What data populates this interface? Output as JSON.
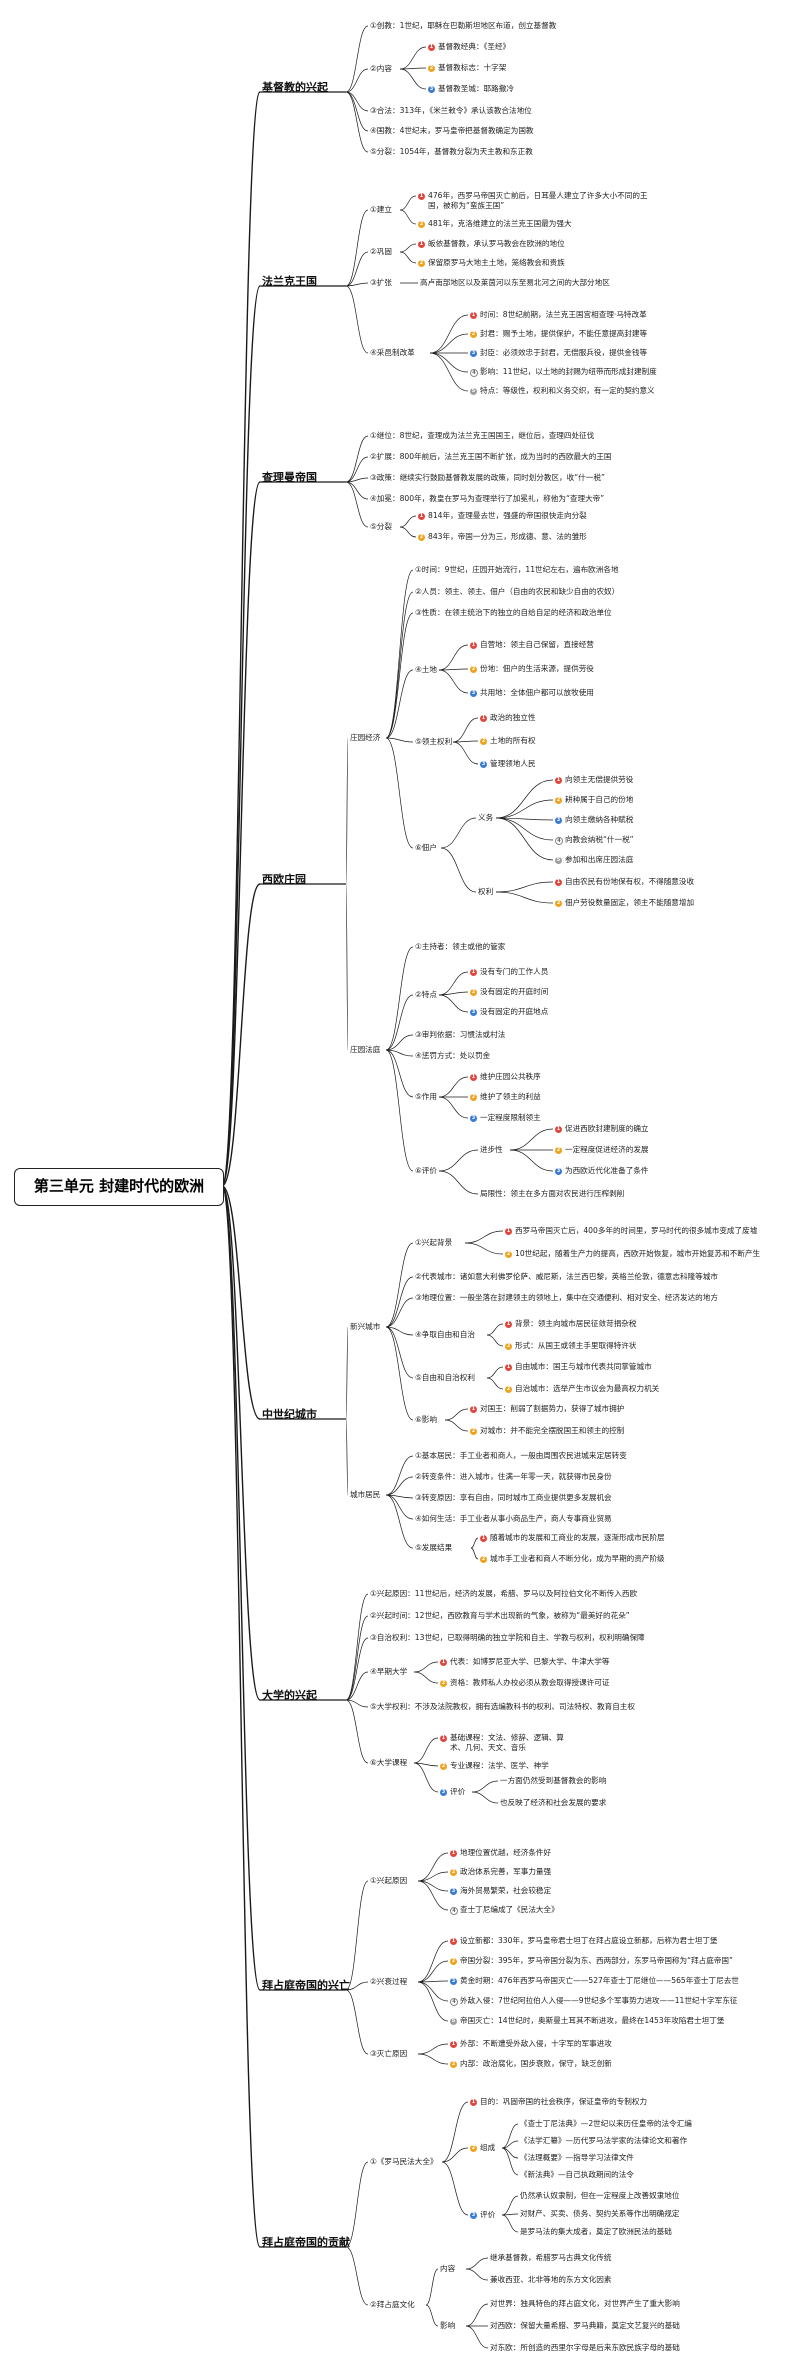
{
  "colors": {
    "line": "#1a1a1a",
    "b1": "#e0463c",
    "b2": "#f0a21c",
    "b3": "#3a7bd5",
    "b4": "#ffffff",
    "b5": "#9e9e9e"
  },
  "root": "第三单元  封建时代的欧洲",
  "sections": [
    {
      "title": "基督教的兴起",
      "l2": {
        "a": "①创教：1世纪，耶稣在巴勒斯坦地区布道，创立基督教",
        "b": "②内容",
        "b1": "基督教经典：《圣经》",
        "b2": "基督教标志：十字架",
        "b3": "基督教圣城：耶路撒冷",
        "c": "③合法：313年，《米兰敕令》承认该教合法地位",
        "d": "④国教：4世纪末，罗马皇帝把基督教确定为国教",
        "e": "⑤分裂：1054年，基督教分裂为天主教和东正教"
      }
    },
    {
      "title": "法兰克王国",
      "l2": {
        "a": "①建立",
        "a1": "476年，西罗马帝国灭亡前后，日耳曼人建立了许多大小不同的王国，被称为“蛮族王国”",
        "a2": "481年，克洛维建立的法兰克王国最为强大",
        "b": "②巩固",
        "b1": "皈依基督教，承认罗马教会在欧洲的地位",
        "b2": "保留原罗马大地主土地，笼络教会和贵族",
        "c": "③扩张",
        "c1": "高卢南部地区以及莱茵河以东至易北河之间的大部分地区",
        "d": "④采邑制改革",
        "d1": "时间：8世纪前期，法兰克王国宫相查理·马特改革",
        "d2": "封君：赐予土地，提供保护，不能任意提高封建等",
        "d3": "封臣：必须效忠于封君，无偿服兵役，提供金钱等",
        "d4": "影响：11世纪，以土地的封赐为纽带而形成封建制度",
        "d5": "特点：等级性，权利和义务交织，有一定的契约意义"
      }
    },
    {
      "title": "查理曼帝国",
      "l2": {
        "a": "①继位：8世纪，查理成为法兰克王国国王，继位后，查理四处征伐",
        "b": "②扩展：800年前后，法兰克王国不断扩张，成为当时的西欧最大的王国",
        "c": "③政策：继续实行鼓励基督教发展的政策，同时划分教区，收“什一税”",
        "d": "④加冕：800年，教皇在罗马为查理举行了加冕礼，称他为“查理大帝”",
        "e": "⑤分裂",
        "e1": "814年，查理曼去世，强盛的帝国很快走向分裂",
        "e2": "843年，帝国一分为三，形成德、意、法的雏形"
      }
    },
    {
      "title": "西欧庄园",
      "l2": {
        "g1": "庄园经济",
        "a": "①时间：9世纪，庄园开始流行，11世纪左右，遍布欧洲各地",
        "b": "②人员：领主、领主、佃户（自由的农民和缺少自由的农奴）",
        "c": "③性质：在领主统治下的独立的自给自足的经济和政治单位",
        "d": "④土地",
        "d1": "自营地：领主自己保留，直接经营",
        "d2": "份地：佃户的生活来源，提供劳役",
        "d3": "共用地：全体佃户都可以放牧使用",
        "e": "⑤领主权利",
        "e1": "政治的独立性",
        "e2": "土地的所有权",
        "e3": "管理领地人民",
        "f": "⑥佃户",
        "f1": "义务",
        "f11": "向领主无偿提供劳役",
        "f12": "耕种属于自己的份地",
        "f13": "向领主缴纳各种赋税",
        "f14": "向教会纳税“什一税”",
        "f15": "参加和出席庄园法庭",
        "f2": "权利",
        "f21": "自由农民有份地保有权，不得随意没收",
        "f22": "佃户劳役数量固定，领主不能随意增加",
        "g2": "庄园法庭",
        "h": "①主持者：领主或他的管家",
        "i": "②特点",
        "i1": "没有专门的工作人员",
        "i2": "没有固定的开庭时间",
        "i3": "没有固定的开庭地点",
        "j": "③审判依据：习惯法或村法",
        "k": "④惩罚方式：处以罚金",
        "l": "⑤作用",
        "l1": "维护庄园公共秩序",
        "l2": "维护了领主的利益",
        "l3": "一定程度限制领主",
        "m": "⑥评价",
        "m1": "进步性",
        "m11": "促进西欧封建制度的确立",
        "m12": "一定程度促进经济的发展",
        "m13": "为西欧近代化准备了条件",
        "m2": "局限性：领主在多方面对农民进行压榨剥削"
      }
    },
    {
      "title": "中世纪城市",
      "l2": {
        "g1": "新兴城市",
        "a": "①兴起背景",
        "a1": "西罗马帝国灭亡后，400多年的时间里，罗马时代的很多城市变成了废墟",
        "a2": "10世纪起，随着生产力的提高，西欧开始恢复，城市开始复苏和不断产生",
        "b": "②代表城市：诸如意大利佛罗伦萨、威尼斯，法兰西巴黎，英格兰伦敦，德意志科隆等城市",
        "c": "③地理位置：一般坐落在封建领主的领地上，集中在交通便利、相对安全、经济发达的地方",
        "d": "④争取自由和自治",
        "d1": "背景：领主向城市居民征敛苛捐杂税",
        "d2": "形式：从国王或领主手里取得特许状",
        "e": "⑤自由和自治权利",
        "e1": "自由城市：国王与城市代表共同掌管城市",
        "e2": "自治城市：选举产生市议会为最高权力机关",
        "f": "⑥影响",
        "f1": "对国王：削弱了割据势力，获得了城市拥护",
        "f2": "对城市：并不能完全摆脱国王和领主的控制",
        "g2": "城市居民",
        "h": "①基本居民：手工业者和商人，一般由周围农民进城来定居转变",
        "i": "②转变条件：进入城市，住满一年零一天，就获得市民身份",
        "j": "③转变原因：享有自由，同时城市工商业提供更多发展机会",
        "k": "④如何生活：手工业者从事小商品生产，商人专事商业贸易",
        "l": "⑤发展结果",
        "l1": "随着城市的发展和工商业的发展，逐渐形成市民阶层",
        "l2": "城市手工业者和商人不断分化，成为早期的资产阶级"
      }
    },
    {
      "title": "大学的兴起",
      "l2": {
        "a": "①兴起原因：11世纪后，经济的发展，希腊、罗马以及阿拉伯文化不断传入西欧",
        "b": "②兴起时间：12世纪，西欧教育与学术出现新的气象，被称为“最美好的花朵”",
        "c": "③自治权利：13世纪，已取得明确的独立学院和自主、学教与权利，权利明确保障",
        "d": "④早期大学",
        "d1": "代表：如博罗尼亚大学、巴黎大学、牛津大学等",
        "d2": "资格：教师私人办校必须从教会取得授课许可证",
        "e": "⑤大学权利：不涉及法院教权，拥有选编教科书的权利、司法特权、教育自主权",
        "f": "⑥大学课程",
        "f1": "基础课程：文法、修辞、逻辑、算术、几何、天文、音乐",
        "f2": "专业课程：法学、医学、神学",
        "f3": "评价",
        "f31": "一方面仍然受到基督教会的影响",
        "f32": "也反映了经济和社会发展的要求"
      }
    },
    {
      "title": "拜占庭帝国的兴亡",
      "l2": {
        "a": "①兴起原因",
        "a1": "地理位置优越，经济条件好",
        "a2": "政治体系完善，军事力量强",
        "a3": "海外贸易繁荣，社会较稳定",
        "a4": "查士丁尼编成了《民法大全》",
        "b": "②兴衰过程",
        "b1": "设立新都：330年，罗马皇帝君士坦丁在拜占庭设立新都，后称为君士坦丁堡",
        "b2": "帝国分裂：395年，罗马帝国分裂为东、西两部分，东罗马帝国称为“拜占庭帝国”",
        "b3": "黄金时期：476年西罗马帝国灭亡——527年查士丁尼继位——565年查士丁尼去世",
        "b4": "外敌入侵：7世纪阿拉伯人入侵——9世纪多个军事势力进攻——11世纪十字军东征",
        "b5": "帝国灭亡：14世纪时，奥斯曼土耳其不断进攻，最终在1453年攻陷君士坦丁堡",
        "c": "③灭亡原因",
        "c1": "外部：不断遭受外敌入侵，十字军的军事进攻",
        "c2": "内部：政治腐化，国步衰败，保守，缺乏创新"
      }
    },
    {
      "title": "拜占庭帝国的贡献",
      "l2": {
        "a": "①《罗马民法大全》",
        "a1": "目的：巩固帝国的社会秩序，保证皇帝的专制权力",
        "a2": "组成",
        "a21": "《查士丁尼法典》—2世纪以来历任皇帝的法令汇编",
        "a22": "《法学汇纂》—历代罗马法学家的法律论文和著作",
        "a23": "《法理概要》—指导学习法律文件",
        "a24": "《新法典》—自己执政期间的法令",
        "a3": "评价",
        "a31": "仍然承认奴隶制，但在一定程度上改善奴隶地位",
        "a32": "对财产、买卖、债务、契约关系等作出明确规定",
        "a33": "是罗马法的集大成者，奠定了欧洲民法的基础",
        "b": "②拜占庭文化",
        "b1": "内容",
        "b11": "继承基督教，希腊罗马古典文化传统",
        "b12": "兼收西亚、北非等地的东方文化因素",
        "b2": "影响",
        "b21": "对世界：独具特色的拜占庭文化，对世界产生了重大影响",
        "b22": "对西欧：保留大量希腊、罗马典籍，奠定文艺复兴的基础",
        "b23": "对东欧：所创造的西里尔字母是后来东欧民族字母的基础"
      }
    }
  ]
}
